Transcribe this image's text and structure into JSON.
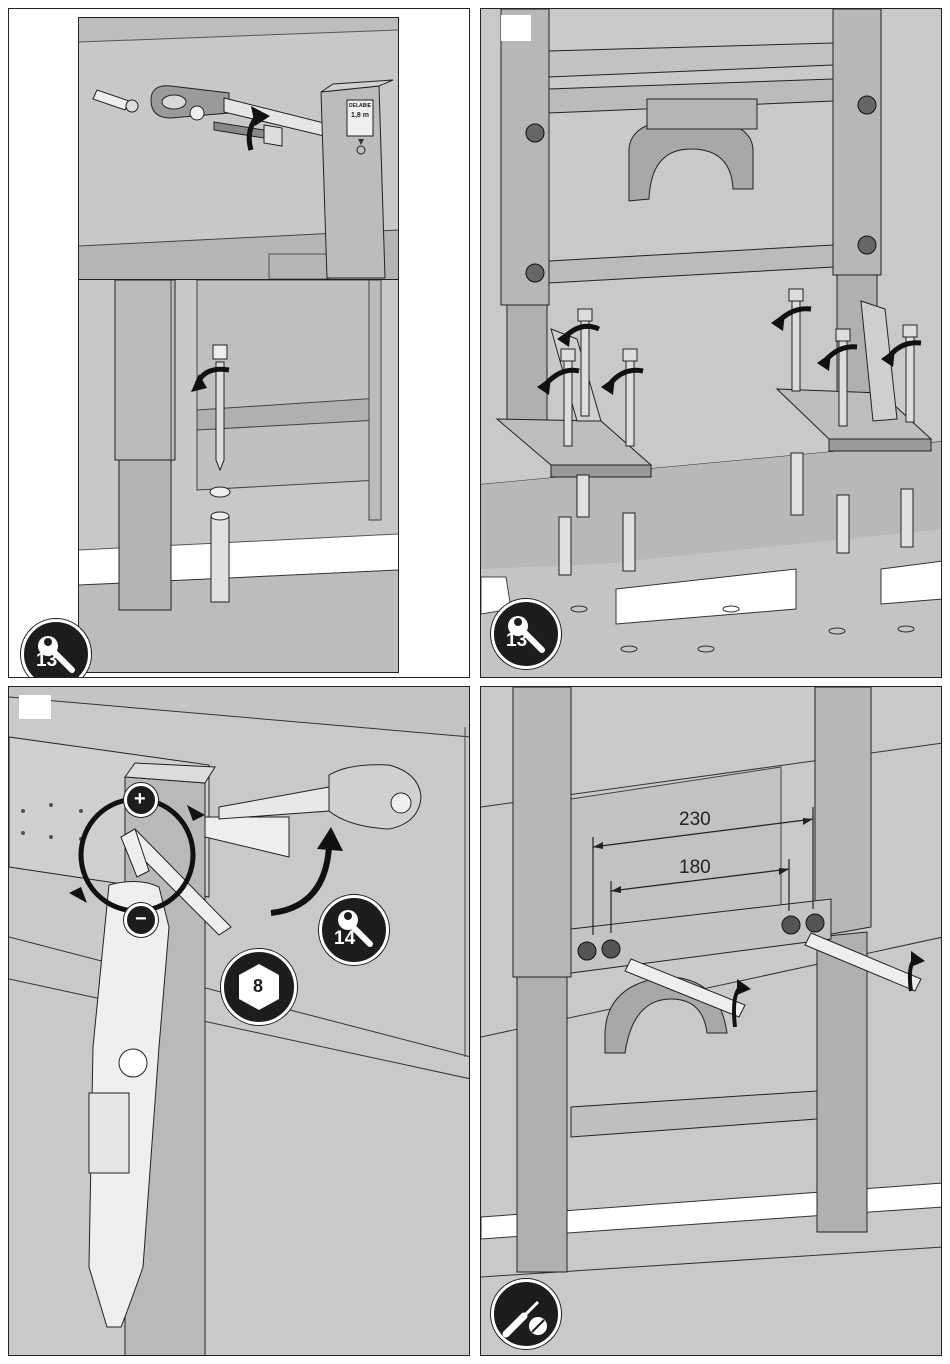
{
  "page": {
    "title": ""
  },
  "panels": [
    {
      "id": "step-1",
      "tool_badge": {
        "icon": "wrench-icon",
        "number": "13"
      },
      "inset_plate": {
        "label_top": "DELABIE",
        "label_value": "1,8 m"
      }
    },
    {
      "id": "step-2",
      "tool_badge": {
        "icon": "wrench-icon",
        "number": "13"
      }
    },
    {
      "id": "step-3",
      "tool_badge": {
        "icon": "wrench-icon",
        "number": "14"
      },
      "hex_key": {
        "icon": "hex-key-icon",
        "number": "8"
      },
      "adjust_marks": {
        "plus": "+",
        "minus": "−"
      }
    },
    {
      "id": "step-4",
      "tool_badge": {
        "icon": "screwdriver-icon",
        "number": ""
      },
      "dimensions": {
        "outer": "230",
        "inner": "180"
      }
    }
  ],
  "colors": {
    "background_grey": "#c9c9c9",
    "frame_grey": "#b3b3b3",
    "line": "#2a2a2a",
    "badge": "#1d1d1d"
  }
}
